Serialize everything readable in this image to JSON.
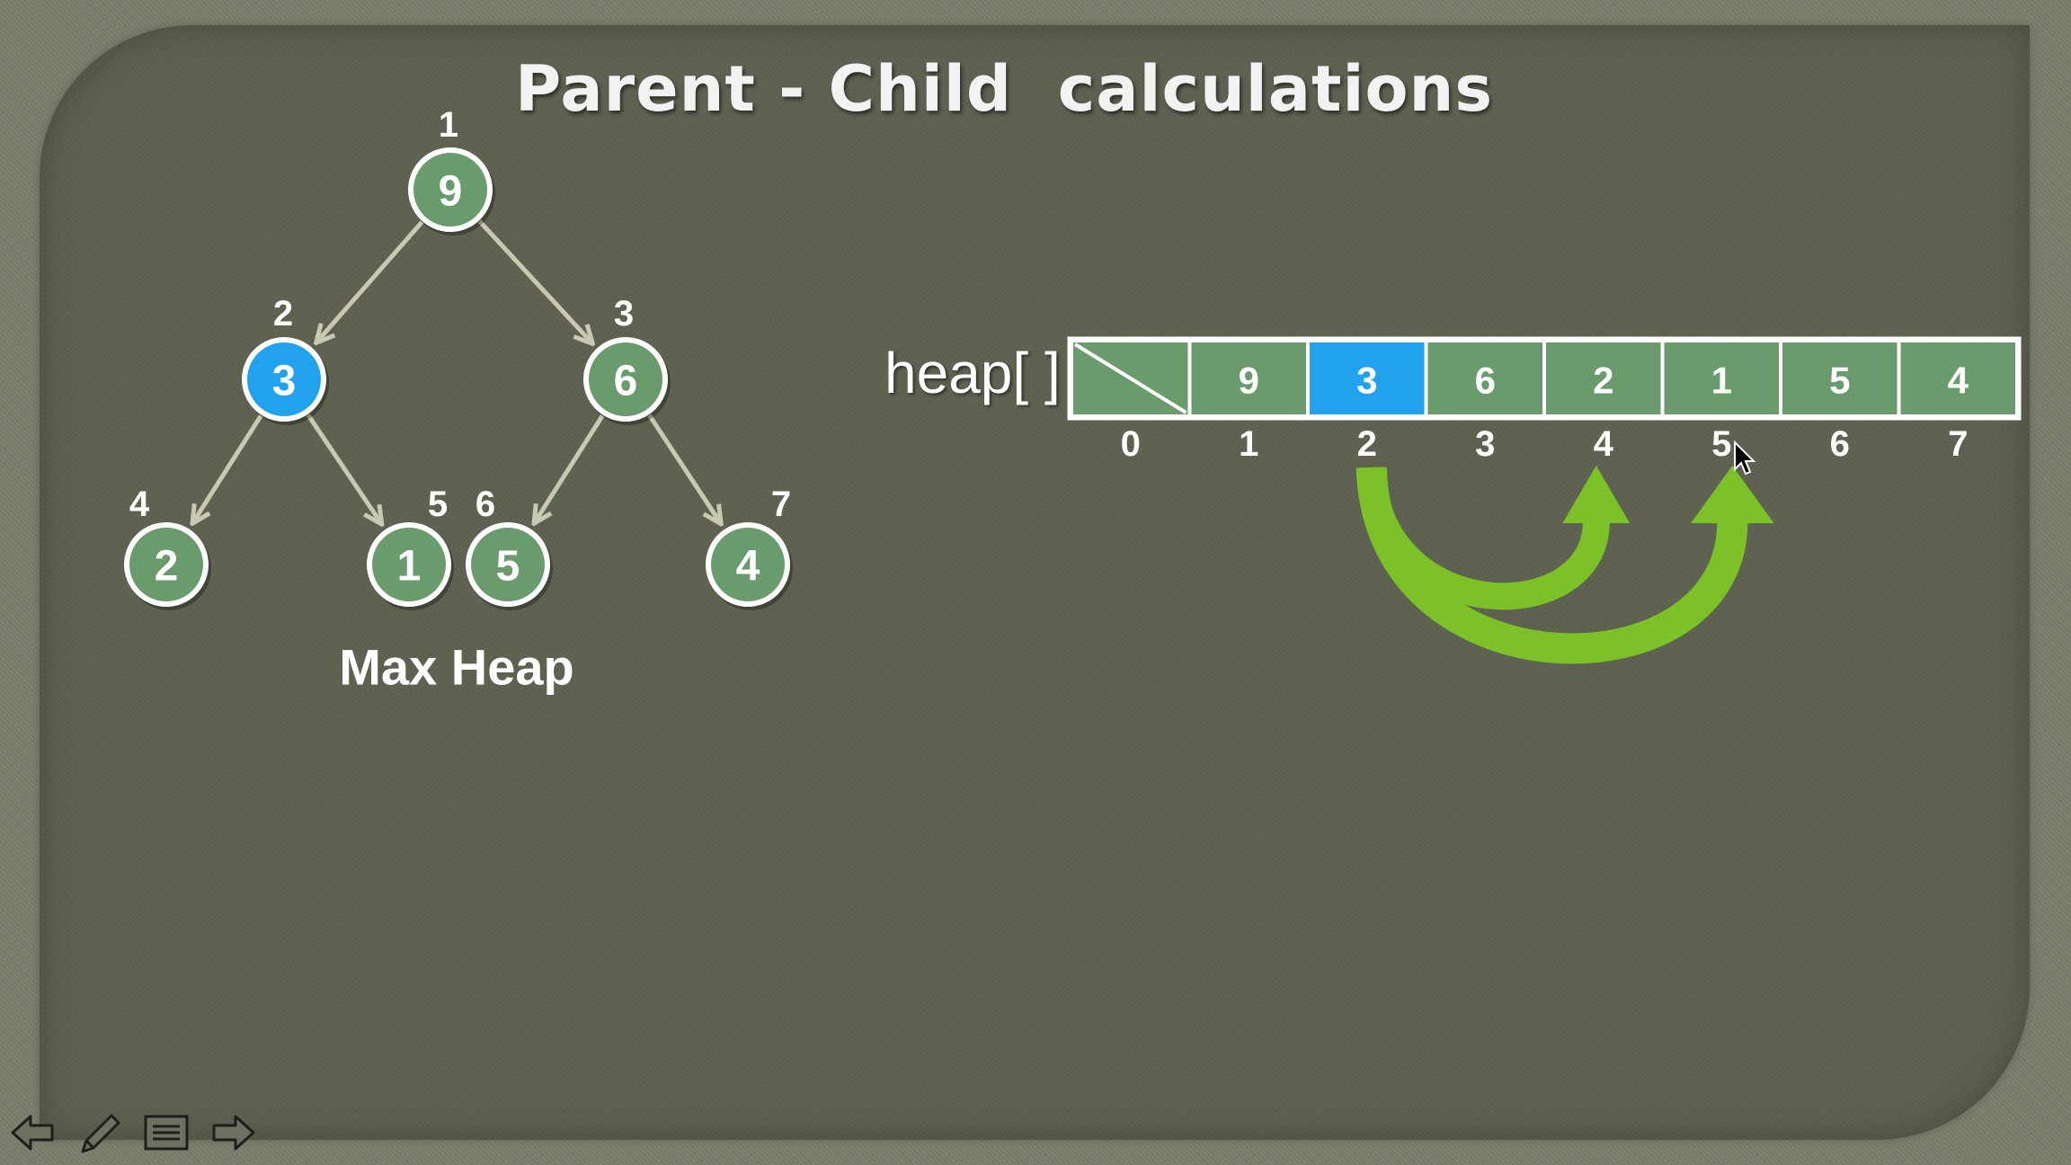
{
  "title": "Parent - Child  calculations",
  "colors": {
    "node_green": "#6a9b6c",
    "node_highlight": "#22a1ee",
    "arrow_green": "#7cc127",
    "edge": "#c9c8b0"
  },
  "tree": {
    "caption": "Max Heap",
    "nodes": [
      {
        "index": "1",
        "value": "9",
        "highlight": false
      },
      {
        "index": "2",
        "value": "3",
        "highlight": true
      },
      {
        "index": "3",
        "value": "6",
        "highlight": false
      },
      {
        "index": "4",
        "value": "2",
        "highlight": false
      },
      {
        "index": "5",
        "value": "1",
        "highlight": false
      },
      {
        "index": "6",
        "value": "5",
        "highlight": false
      },
      {
        "index": "7",
        "value": "4",
        "highlight": false
      }
    ]
  },
  "array": {
    "label": "heap[ ]",
    "cells": [
      {
        "index": "0",
        "value": "",
        "empty": true,
        "highlight": false
      },
      {
        "index": "1",
        "value": "9",
        "empty": false,
        "highlight": false
      },
      {
        "index": "2",
        "value": "3",
        "empty": false,
        "highlight": true
      },
      {
        "index": "3",
        "value": "6",
        "empty": false,
        "highlight": false
      },
      {
        "index": "4",
        "value": "2",
        "empty": false,
        "highlight": false
      },
      {
        "index": "5",
        "value": "1",
        "empty": false,
        "highlight": false
      },
      {
        "index": "6",
        "value": "5",
        "empty": false,
        "highlight": false
      },
      {
        "index": "7",
        "value": "4",
        "empty": false,
        "highlight": false
      }
    ],
    "arrows": [
      {
        "from": "2",
        "to": "4"
      },
      {
        "from": "2",
        "to": "5"
      }
    ]
  },
  "nav": {
    "prev_icon": "arrow-left-icon",
    "pen_icon": "pen-icon",
    "menu_icon": "slide-menu-icon",
    "next_icon": "arrow-right-icon"
  }
}
